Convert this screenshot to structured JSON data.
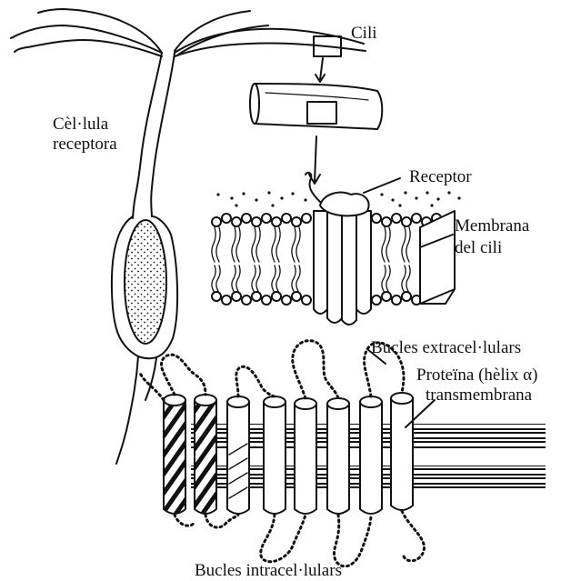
{
  "labels": {
    "cilia": "Cili",
    "receptor_cell_1": "Cèl·lula",
    "receptor_cell_2": "receptora",
    "receptor": "Receptor",
    "membrane_1": "Membrana",
    "membrane_2": "del cili",
    "extracellular_loops": "Bucles extracel·lulars",
    "protein_1": "Proteïna (hèlix α)",
    "protein_2": "transmembrana",
    "intracellular_loops": "Bucles intracel·lulars"
  },
  "colors": {
    "ink": "#111111",
    "background": "#ffffff"
  }
}
